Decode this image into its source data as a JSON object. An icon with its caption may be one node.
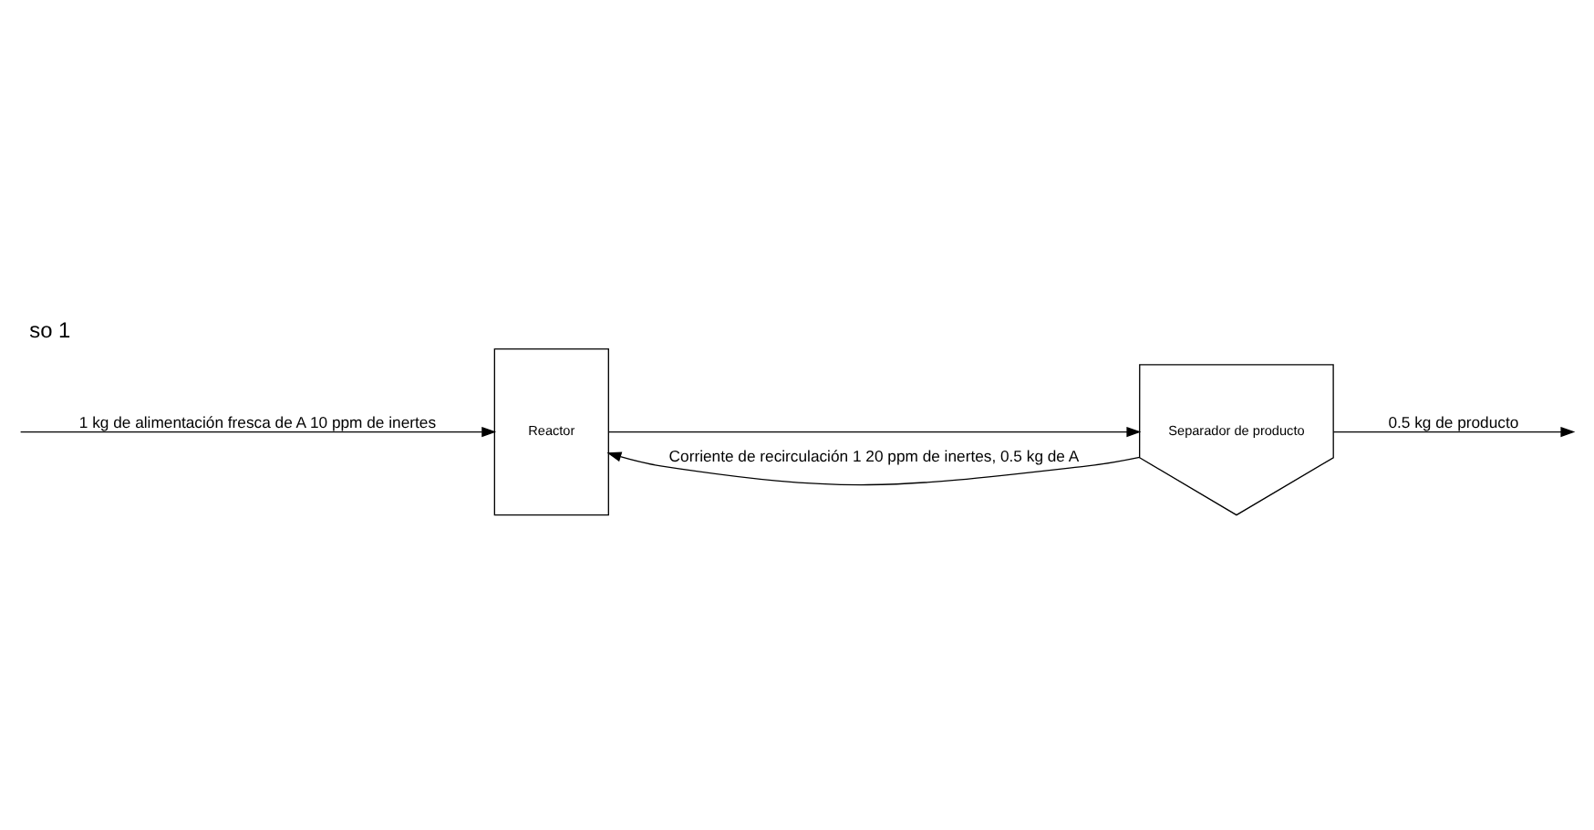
{
  "diagram": {
    "title": "so 1",
    "nodes": [
      {
        "text": [
          "Reactor"
        ]
      },
      {
        "text": [
          "Separador de producto"
        ]
      }
    ],
    "edges": [
      {
        "from": null,
        "to": 0,
        "arrow": "to",
        "label": "1 kg de alimentación fresca de A 10 ppm de inertes"
      },
      {
        "from": 0,
        "to": 1,
        "arrow": "to"
      },
      {
        "from": 1,
        "to": null,
        "arrow": "to",
        "label": "0.5 kg de producto"
      },
      {
        "from": 1,
        "to": 0,
        "arrow": "to",
        "label": "Corriente de recirculación 1 20 ppm de inertes, 0.5 kg de A"
      }
    ]
  }
}
